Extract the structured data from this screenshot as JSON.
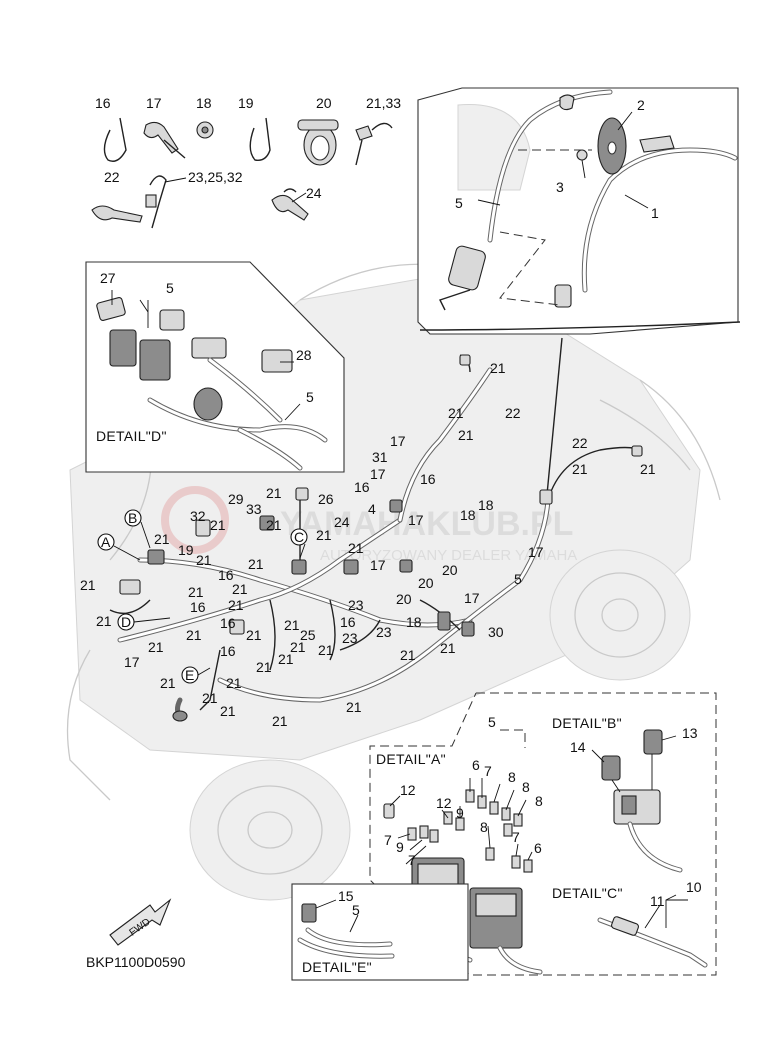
{
  "diagram": {
    "code": "BKP1100D0590",
    "fwd_label": "FWD",
    "watermark_main": "YAMAHAKLUB.PL",
    "watermark_sub": "AUTORYZOWANY DEALER YAMAHA",
    "details": {
      "a": "DETAIL\"A\"",
      "b": "DETAIL\"B\"",
      "c": "DETAIL\"C\"",
      "d": "DETAIL\"D\"",
      "e": "DETAIL\"E\""
    },
    "callouts": [
      "A",
      "B",
      "C",
      "D",
      "E"
    ],
    "parts_top": [
      "16",
      "17",
      "18",
      "19",
      "20",
      "21,33",
      "22",
      "23,25,32",
      "24"
    ],
    "labels_inset_top": [
      "1",
      "2",
      "3",
      "5"
    ],
    "labels_detail_d": [
      "27",
      "5",
      "28",
      "5"
    ],
    "labels_main": [
      "21",
      "22",
      "21",
      "21",
      "17",
      "31",
      "17",
      "16",
      "16",
      "22",
      "21",
      "21",
      "18",
      "18",
      "26",
      "29",
      "33",
      "4",
      "24",
      "17",
      "32",
      "21",
      "21",
      "17",
      "20",
      "20",
      "17",
      "5",
      "19",
      "21",
      "21",
      "16",
      "21",
      "16",
      "21",
      "16",
      "23",
      "20",
      "21",
      "21",
      "21",
      "21",
      "21",
      "23",
      "17",
      "23",
      "16",
      "21",
      "21",
      "21",
      "25",
      "21",
      "18",
      "21",
      "30",
      "17",
      "21",
      "21",
      "21",
      "21",
      "16",
      "21",
      "21",
      "21",
      "21",
      "21",
      "21",
      "21",
      "21",
      "21"
    ],
    "labels_detail_a": [
      "5",
      "12",
      "6",
      "7",
      "8",
      "8",
      "8",
      "12",
      "9",
      "7",
      "9",
      "7",
      "8",
      "7",
      "6"
    ],
    "labels_detail_b": [
      "14",
      "13"
    ],
    "labels_detail_c": [
      "11",
      "10"
    ],
    "labels_detail_e": [
      "15",
      "5"
    ]
  }
}
